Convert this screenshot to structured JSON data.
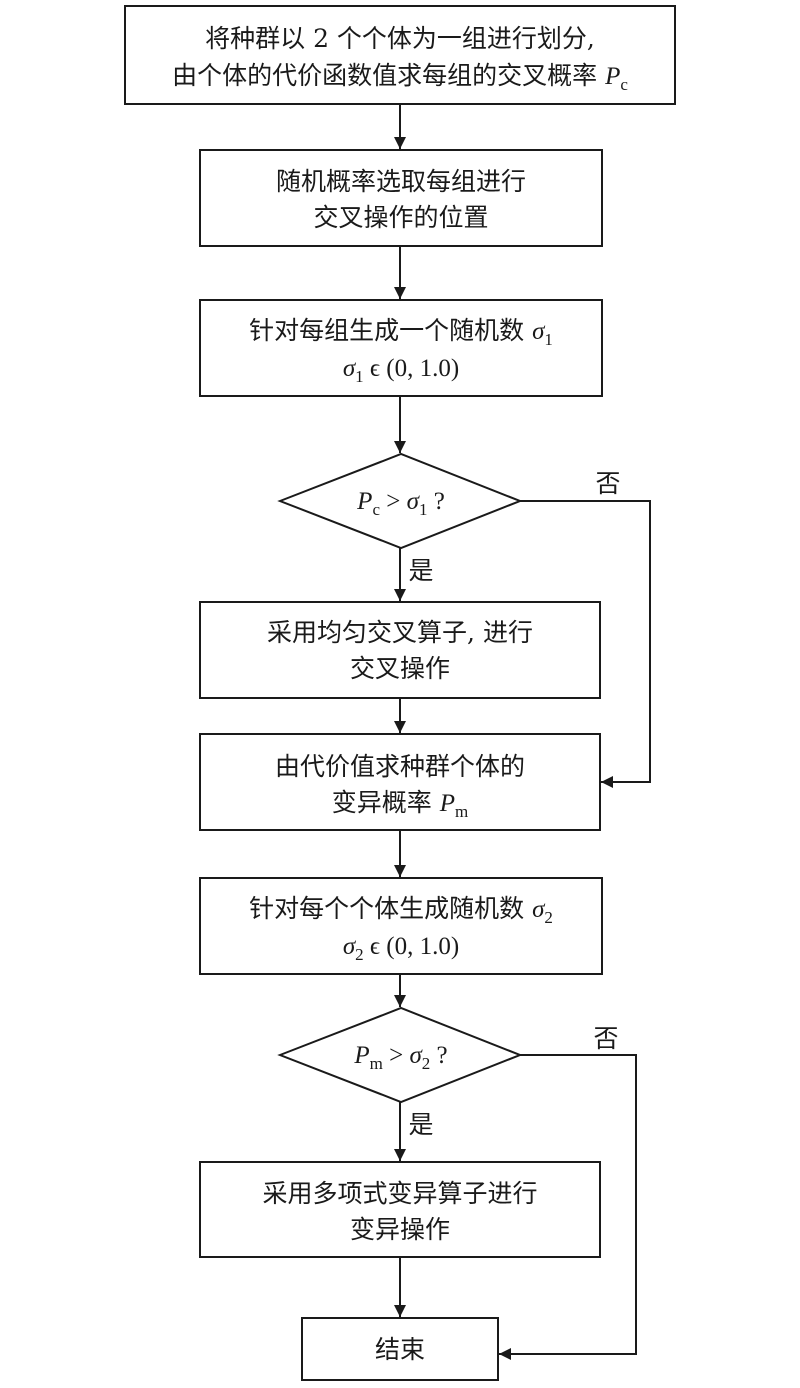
{
  "nodes": {
    "partition": {
      "line1": "将种群以 2 个个体为一组进行划分,",
      "line2": "由个体的代价函数值求每组的交叉概率",
      "var": "P",
      "var_sub": "c"
    },
    "select_position": {
      "line1": "随机概率选取每组进行",
      "line2": "交叉操作的位置"
    },
    "gen_sigma1": {
      "line1": "针对每组生成一个随机数",
      "var": "σ",
      "var_sub": "1",
      "range_var": "σ",
      "range_sub": "1",
      "range_text": " ϵ (0, 1.0)"
    },
    "check_pc": {
      "lhs": "P",
      "lhs_sub": "c",
      "op": " > ",
      "rhs": "σ",
      "rhs_sub": "1",
      "suffix": " ?"
    },
    "uniform_crossover": {
      "line1": "采用均匀交叉算子, 进行",
      "line2": "交叉操作"
    },
    "mutation_prob": {
      "line1": "由代价值求种群个体的",
      "line2": "变异概率",
      "var": "P",
      "var_sub": "m"
    },
    "gen_sigma2": {
      "line1": "针对每个个体生成随机数",
      "var": "σ",
      "var_sub": "2",
      "range_var": "σ",
      "range_sub": "2",
      "range_text": " ϵ (0, 1.0)"
    },
    "check_pm": {
      "lhs": "P",
      "lhs_sub": "m",
      "op": " > ",
      "rhs": "σ",
      "rhs_sub": "2",
      "suffix": " ?"
    },
    "poly_mutation": {
      "line1": "采用多项式变异算子进行",
      "line2": "变异操作"
    },
    "end": {
      "label": "结束"
    }
  },
  "edges": {
    "yes_label": "是",
    "no_label": "否"
  }
}
